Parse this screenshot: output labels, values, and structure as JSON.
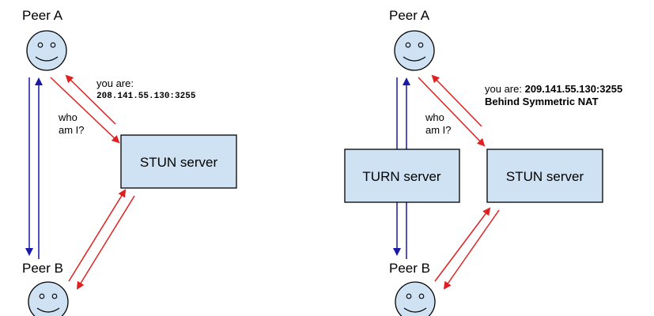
{
  "colors": {
    "box_fill": "#cfe2f3",
    "box_stroke": "#000000",
    "face_fill": "#cfe2f3",
    "signal_arrow": "#e02020",
    "relay_arrow": "#1a1aa8"
  },
  "left": {
    "peer_a": "Peer A",
    "peer_b": "Peer B",
    "stun_server": "STUN server",
    "you_are_label": "you are:",
    "you_are_value": "208.141.55.130:3255",
    "who_line1": "who",
    "who_line2": "am I?"
  },
  "right": {
    "peer_a": "Peer A",
    "peer_b": "Peer B",
    "turn_server": "TURN server",
    "stun_server": "STUN server",
    "you_are_label": "you are: ",
    "you_are_value": "209.141.55.130:3255",
    "nat_note": "Behind Symmetric NAT",
    "who_line1": "who",
    "who_line2": "am I?"
  },
  "icons": {
    "face": "smiley-face-icon"
  }
}
